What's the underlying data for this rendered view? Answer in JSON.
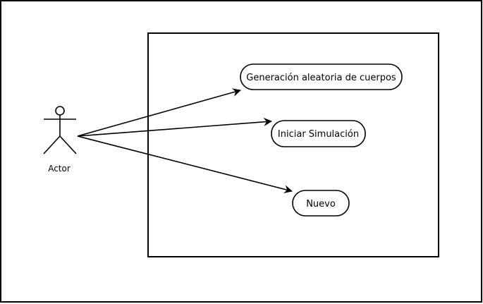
{
  "diagram": {
    "actor": {
      "label": "Actor"
    },
    "use_cases": [
      {
        "label": "Generación aleatoria de cuerpos"
      },
      {
        "label": "Iniciar Simulación"
      },
      {
        "label": "Nuevo"
      }
    ],
    "associations": [
      {
        "from": "Actor",
        "to": "Generación aleatoria de cuerpos"
      },
      {
        "from": "Actor",
        "to": "Iniciar Simulación"
      },
      {
        "from": "Actor",
        "to": "Nuevo"
      }
    ],
    "colors": {
      "stroke": "#000000",
      "background": "#ffffff"
    }
  }
}
